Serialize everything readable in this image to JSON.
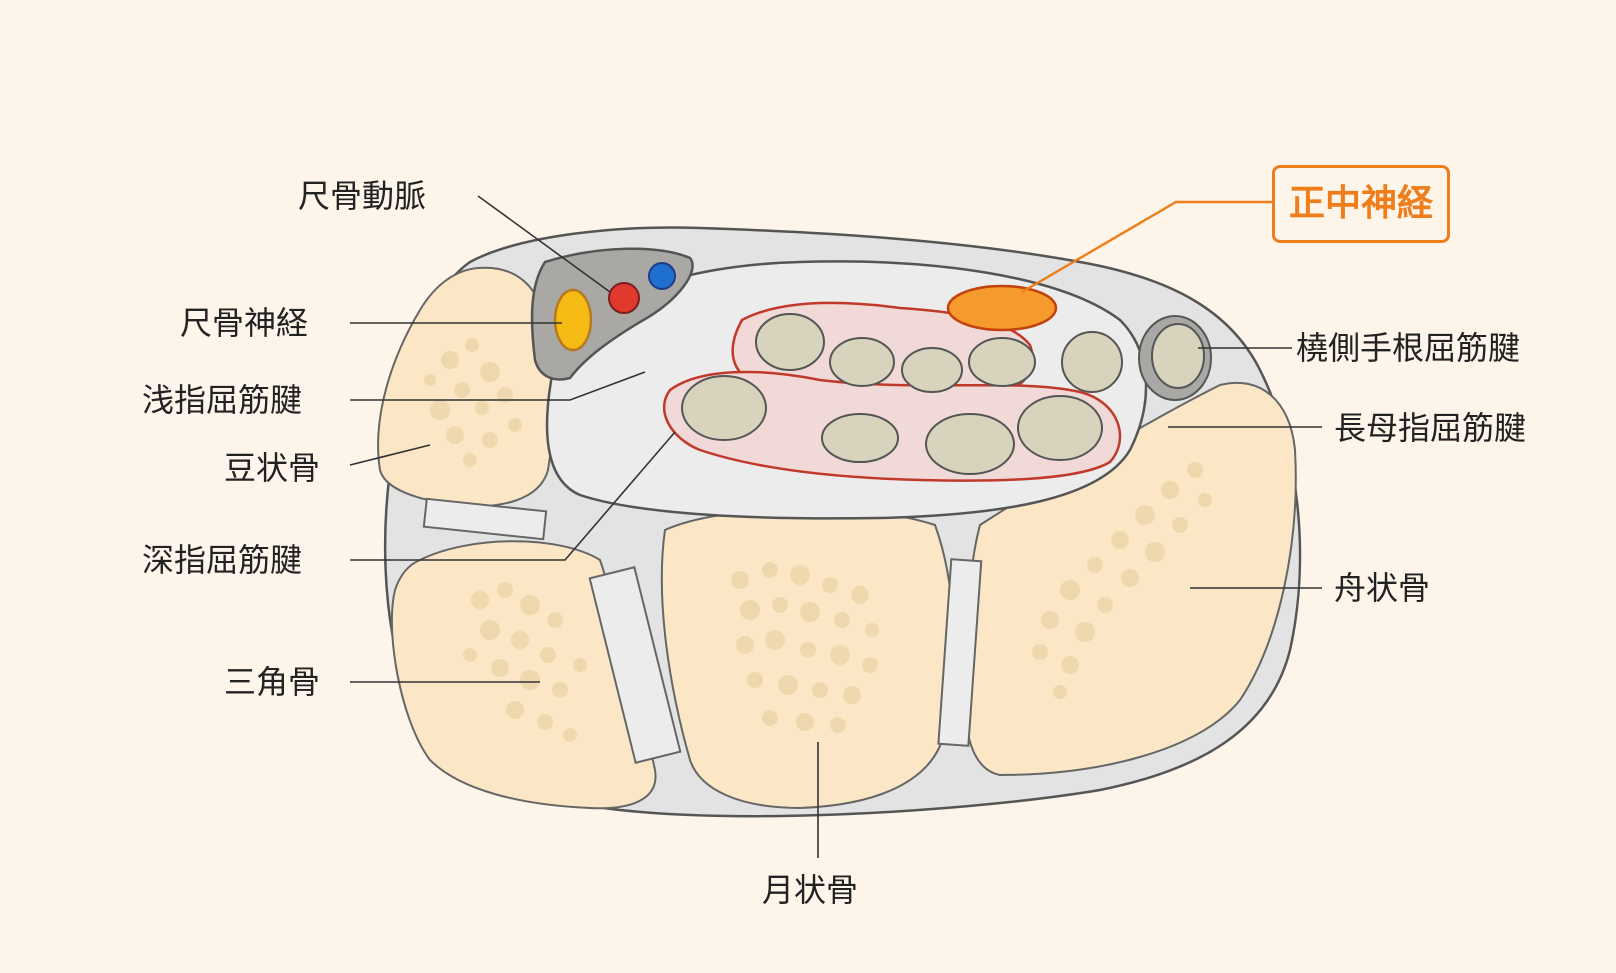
{
  "labels": {
    "ulnar_artery": "尺骨動脈",
    "ulnar_nerve": "尺骨神経",
    "fds_tendon": "浅指屈筋腱",
    "pisiform": "豆状骨",
    "fdp_tendon": "深指屈筋腱",
    "triquetrum": "三角骨",
    "median_nerve": "正中神経",
    "fcr_tendon": "橈側手根屈筋腱",
    "fpl_tendon": "長母指屈筋腱",
    "scaphoid": "舟状骨",
    "lunate": "月状骨"
  },
  "colors": {
    "background": "#fdf4ea",
    "bone": "#fbe7c6",
    "bone_pore": "#efd7ae",
    "ligament": "#e3e3e3",
    "sheath": "#ececec",
    "tendon": "#d8d3bc",
    "synovial_red": "#c0392b",
    "artery": "#e03a2f",
    "vein": "#1f6fd0",
    "ulnar_nerve": "#f5bb14",
    "median_nerve": "#f79a2e",
    "highlight": "#ef7d1a"
  }
}
